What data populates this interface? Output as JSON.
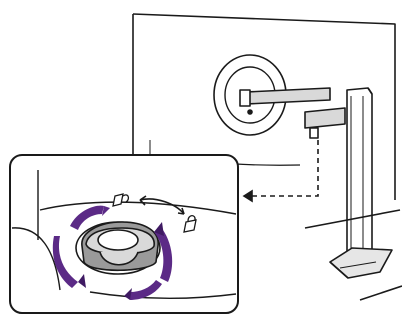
{
  "diagram": {
    "colors": {
      "line": "#1a1a1a",
      "arrow": "#5b2a86",
      "arrow_dark": "#3f1a63",
      "fill_light": "#ffffff",
      "shade": "#d9d9d9",
      "shade_dark": "#9a9a9a",
      "stand_shade": "#e6e6e6"
    },
    "icons": [
      "lock-icon",
      "unlock-icon"
    ],
    "parts": [
      "monitor-back-panel",
      "vesa-mount-plate",
      "stand-arm",
      "stand-column",
      "stand-base",
      "detail-inset",
      "rotation-knob"
    ]
  }
}
